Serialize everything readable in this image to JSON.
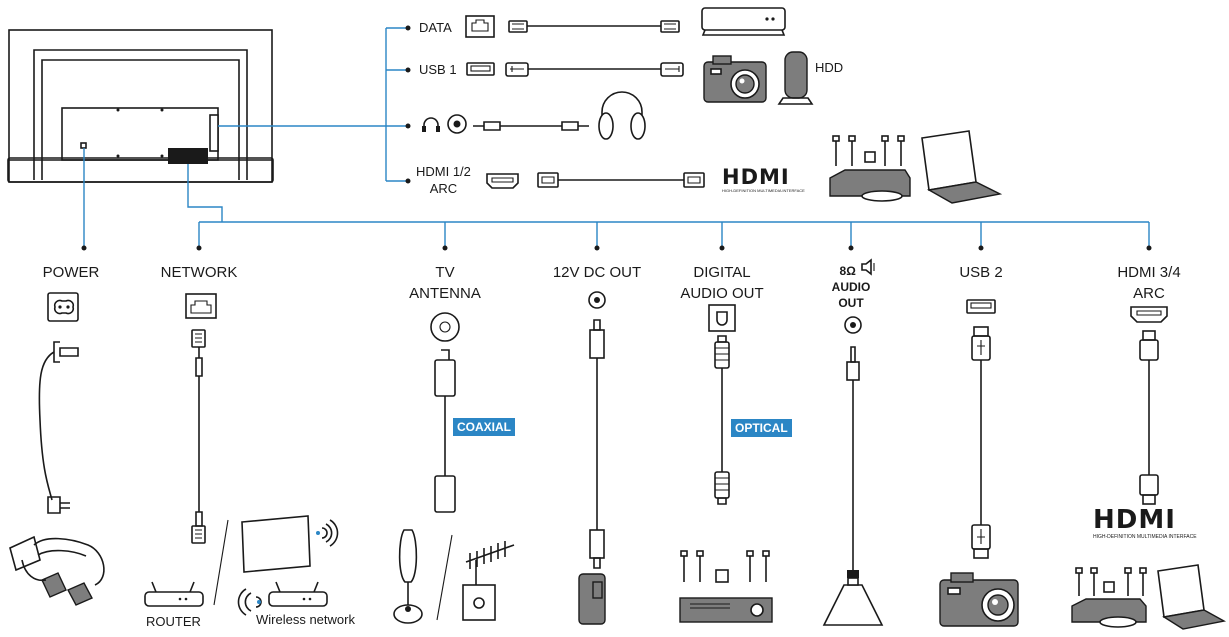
{
  "top_ports": {
    "data": "DATA",
    "usb1": "USB 1",
    "hdmi12": "HDMI 1/2\nARC",
    "hdd": "HDD"
  },
  "bottom_ports": {
    "power": "POWER",
    "network": "NETWORK",
    "tv_antenna": "TV\nANTENNA",
    "dc_out": "12V DC OUT",
    "digital_audio": "DIGITAL\nAUDIO OUT",
    "audio_out": "8Ω  \nAUDIO\nOUT",
    "usb2": "USB 2",
    "hdmi34": "HDMI 3/4\nARC"
  },
  "tags": {
    "coaxial": "COAXIAL",
    "optical": "OPTICAL"
  },
  "devices": {
    "router": "ROUTER",
    "wireless": "Wireless network"
  },
  "hdmi_logo": {
    "brand": "HDMI",
    "tagline": "HIGH-DEFINITION MULTIMEDIA INTERFACE"
  },
  "colors": {
    "accent": "#2b86c5",
    "line": "#1a1a1a",
    "device_fill": "#8a8a8a"
  }
}
